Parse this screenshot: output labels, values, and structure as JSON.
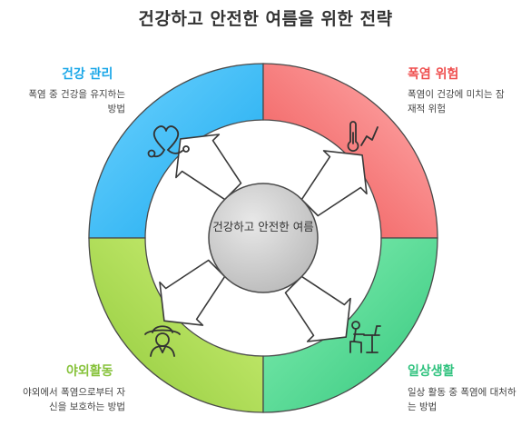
{
  "title": "건강하고 안전한 여름을 위한 전략",
  "center": {
    "label": "건강하고 안전한 여름"
  },
  "quadrants": [
    {
      "id": "health",
      "title": "건강 관리",
      "description": "폭염 중 건강을 유지하는 방법",
      "color": "#2bb6f5",
      "icon": "heart-stethoscope-icon"
    },
    {
      "id": "risk",
      "title": "폭염 위험",
      "description": "폭염이 건강에 미치는 잠재적 위험",
      "color": "#f05a5a",
      "icon": "thermometer-rising-icon"
    },
    {
      "id": "outdoor",
      "title": "야외활동",
      "description": "야외에서 폭염으로부터 자신을 보호하는 방법",
      "color": "#8cc63f",
      "icon": "farmer-hat-icon"
    },
    {
      "id": "daily",
      "title": "일상생활",
      "description": "일상 활동 중 폭염에 대처하는 방법",
      "color": "#3fcf8a",
      "icon": "person-desk-icon"
    }
  ]
}
